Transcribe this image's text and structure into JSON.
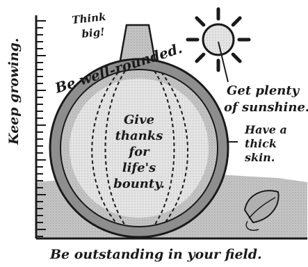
{
  "labels": {
    "think_big_line1": "Think",
    "think_big_line2": "big!",
    "keep_growing": "Keep growing.",
    "well_rounded": "Be well-rounded.",
    "sunshine_line1": "Get plenty",
    "sunshine_line2": "of sunshine.",
    "thick_skin_line1": "Have a",
    "thick_skin_line2": "thick",
    "thick_skin_line3": "skin.",
    "outstanding": "Be outstanding in your field."
  },
  "center_message": [
    "Give",
    "thanks",
    "for",
    "life's",
    "bounty."
  ],
  "colors": {
    "ink": "#1a1a1a",
    "rind": "#8e8e8e",
    "flesh": "#c9c9c9",
    "flesh_light": "#e2e2e2",
    "ground": "#bdbdbd",
    "stem": "#9a9a9a",
    "sun": "#cfcfcf"
  }
}
